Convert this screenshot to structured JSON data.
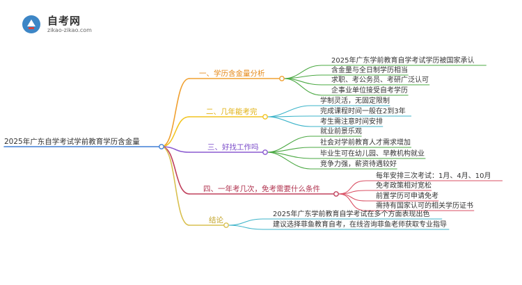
{
  "logo": {
    "name": "自考网",
    "domain": "zikao-zikao.com",
    "colors": {
      "mark_blue": "#3d86c6",
      "mark_red": "#d9413a"
    }
  },
  "mindmap": {
    "root": "2025年广东自学考试学前教育学历含金量",
    "branches": [
      {
        "label": "一、学历含金量分析",
        "color": "#f0a030",
        "children": [
          "2025年广东学前教育自学考试学历被国家承认",
          "含金量与全日制学历相当",
          "求职、考公务员、考研广泛认可",
          "企事业单位接受自考学历"
        ]
      },
      {
        "label": "二、几年能考完",
        "color": "#f2c420",
        "children": [
          "学制灵活，无固定限制",
          "完成课程时间一般在2到3年",
          "考生需注意时间安排"
        ]
      },
      {
        "label": "三、好找工作吗",
        "color": "#8a5ad0",
        "children": [
          "就业前景乐观",
          "社会对学前教育人才需求增加",
          "毕业生可在幼儿园、早教机构就业",
          "竞争力强，薪资待遇较好"
        ]
      },
      {
        "label": "四、一年考几次，免考需要什么条件",
        "color": "#c0405c",
        "children": [
          "每年安排三次考试：1月、4月、10月",
          "免考政策相对宽松",
          "前置学历可申请免考",
          "需持有国家认可的相关学历证书"
        ]
      },
      {
        "label": "结论",
        "color": "#d9c050",
        "children": [
          "2025年广东学前教育自学考试在多个方面表现出色",
          "建议选择菲鱼教育自考，在线咨询菲鱼老师获取专业指导"
        ]
      }
    ],
    "colors": {
      "root_line": "#3f7fd6",
      "leaf_lines": [
        "#4aa842",
        "#3bb3c9",
        "#4aa842",
        "#d94f63",
        "#3bb3c9"
      ]
    }
  }
}
